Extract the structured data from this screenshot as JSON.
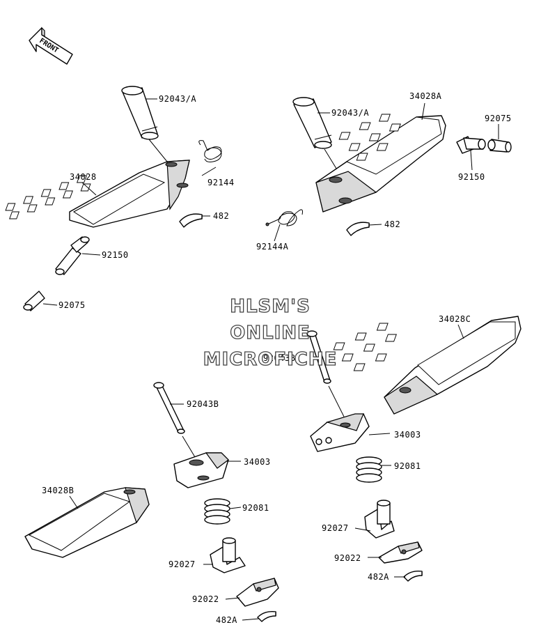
{
  "front_arrow": {
    "label": "FRONT"
  },
  "watermark": {
    "line1": "HLSM'S",
    "line2": "ONLINE",
    "line3": "MICROFICHE"
  },
  "labels": {
    "p92043A_l": "92043/A",
    "p92144": "92144",
    "p34028": "34028",
    "p482_l": "482",
    "p92150_l": "92150",
    "p92075_l": "92075",
    "p92043A_r": "92043/A",
    "p34028A": "34028A",
    "p92075_r": "92075",
    "p92150_r": "92150",
    "p92144A": "92144A",
    "p482_r": "482",
    "p34028C": "34028C",
    "p92043B_r": "92043B",
    "p34003_r": "34003",
    "p92081_r": "92081",
    "p92027_r": "92027",
    "p92022_r": "92022",
    "p482A_r": "482A",
    "p92043B_l": "92043B",
    "p34003_l": "34003",
    "p34028B": "34028B",
    "p92081_l": "92081",
    "p92027_l": "92027",
    "p92022_l": "92022",
    "p482A_l": "482A"
  }
}
